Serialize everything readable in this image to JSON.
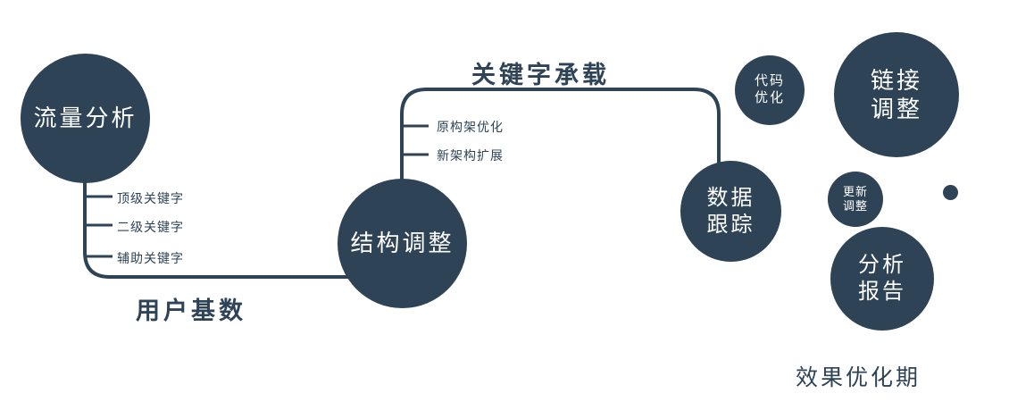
{
  "colors": {
    "primary": "#2e4356",
    "circle_text": "#ffffff",
    "background": "#ffffff"
  },
  "circles": {
    "traffic_analysis": {
      "label": "流量分析"
    },
    "structure_adjust": {
      "label": "结构调整"
    },
    "data_tracking": {
      "line1": "数据",
      "line2": "跟踪"
    },
    "code_optimization": {
      "line1": "代码",
      "line2": "优化"
    },
    "link_adjustment": {
      "line1": "链接",
      "line2": "调整"
    },
    "update_adjustment": {
      "line1": "更新",
      "line2": "调整"
    },
    "analysis_report": {
      "line1": "分析",
      "line2": "报告"
    }
  },
  "path_labels": {
    "keyword_carrying": "关键字承载",
    "user_base": "用户基数"
  },
  "branch_labels": {
    "traffic": [
      "顶级关键字",
      "二级关键字",
      "辅助关键字"
    ],
    "structure": [
      "原构架优化",
      "新架构扩展"
    ]
  },
  "caption": "效果优化期"
}
